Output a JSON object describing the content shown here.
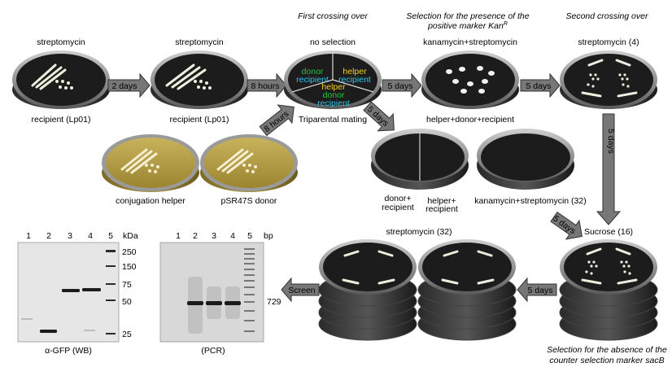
{
  "headers": {
    "first_crossing": "First crossing over",
    "selection_kan_line1": "Selection for the presence of the",
    "selection_kan_line2": "positive marker Kan",
    "selection_kan_sup": "R",
    "second_crossing": "Second crossing over",
    "selection_sacb_line1": "Selection for the absence of the",
    "selection_sacb_line2": "counter selection marker sacB"
  },
  "plates": {
    "p1_top": "streptomycin",
    "p1_bottom": "recipient (Lp01)",
    "p2_top": "streptomycin",
    "p2_bottom": "recipient (Lp01)",
    "p3_top": "no selection",
    "p3_bottom": "Triparental mating",
    "p3_sector_left_1": "donor",
    "p3_sector_left_2": "recipient",
    "p3_sector_right_1": "helper",
    "p3_sector_right_2": "recipient",
    "p3_sector_bottom_1": "helper",
    "p3_sector_bottom_2": "donor",
    "p3_sector_bottom_3": "recipient",
    "p4_top": "kanamycin+streptomycin",
    "p4_bottom": "helper+donor+recipient",
    "p5_top": "streptomycin (4)",
    "helper": "conjugation helper",
    "donor": "pSR47S donor",
    "split_left_1": "donor+",
    "split_left_2": "recipient",
    "split_right_1": "helper+",
    "split_right_2": "recipient",
    "kanstrep32": "kanamycin+streptomycin (32)",
    "strep32": "streptomycin (32)",
    "sucrose": "Sucrose (16)"
  },
  "arrows": {
    "a1": "2 days",
    "a2": "8 hours",
    "a3": "8 hours",
    "a4": "5 days",
    "a5": "5 days",
    "a6": "5 days",
    "a7": "5 days",
    "a8": "5 days",
    "a9": "5 days",
    "screen": "Screen"
  },
  "wb": {
    "lanes": [
      "1",
      "2",
      "3",
      "4",
      "5"
    ],
    "unit": "kDa",
    "markers": [
      "250",
      "150",
      "75",
      "50",
      "25"
    ],
    "caption": "α-GFP (WB)"
  },
  "pcr": {
    "lanes": [
      "1",
      "2",
      "3",
      "4",
      "5"
    ],
    "unit": "bp",
    "band_label": "729",
    "caption": "(PCR)"
  },
  "colors": {
    "agar_dark": "#1d1d1d",
    "agar_gold": "#b29a3e",
    "plate_rim": "#8a8a8a",
    "arrow_fill": "#777777",
    "donor_green": "#27c43d",
    "recipient_cyan": "#2fc7e8",
    "helper_yellow": "#f2d021"
  }
}
